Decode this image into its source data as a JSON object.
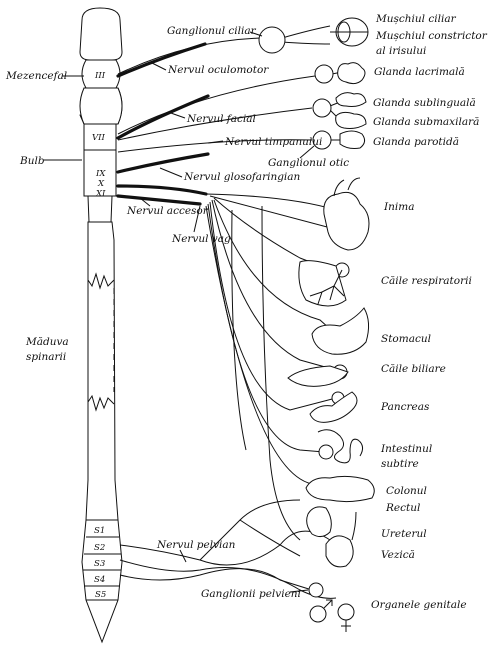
{
  "regions": {
    "mezencefal": "Mezencefal",
    "bulb": "Bulb",
    "maduva_line1": "Măduva",
    "maduva_line2": "spinarii"
  },
  "cranial_nerves": {
    "iii": "III",
    "vii": "VII",
    "ix": "IX",
    "x": "X",
    "xi": "XI"
  },
  "nerves": {
    "ganglion_ciliar": "Ganglionul ciliar",
    "oculomotor": "Nervul oculomotor",
    "facial": "Nervul facial",
    "timpanic": "Nervul timpanului",
    "ganglion_otic": "Ganglionul otic",
    "glosofaringian": "Nervul glosofaringian",
    "accesor": "Nervul accesor",
    "vag": "Nervul vag",
    "pelvian": "Nervul pelvian",
    "ganglioni_pelvieni": "Ganglionii pelvieni"
  },
  "organs": {
    "muschi_ciliar": "Mușchiul ciliar",
    "constrictor_1": "Mușchiul constrictor",
    "constrictor_2": "al irisului",
    "lacrimala": "Glanda lacrimală",
    "sublinguala": "Glanda sublinguală",
    "submaxilara": "Glanda submaxilară",
    "parotida": "Glanda parotidă",
    "inima": "Inima",
    "respiratorii": "Căile respiratorii",
    "stomacul": "Stomacul",
    "biliare": "Căile biliare",
    "pancreas": "Pancreas",
    "intestin_1": "Intestinul",
    "intestin_2": "subtire",
    "colon": "Colonul",
    "rect": "Rectul",
    "ureter": "Ureterul",
    "vezica": "Vezică",
    "genitale": "Organele genitale"
  },
  "sacral_segments": {
    "s1": "S1",
    "s2": "S2",
    "s3": "S3",
    "s4": "S4",
    "s5": "S5"
  }
}
